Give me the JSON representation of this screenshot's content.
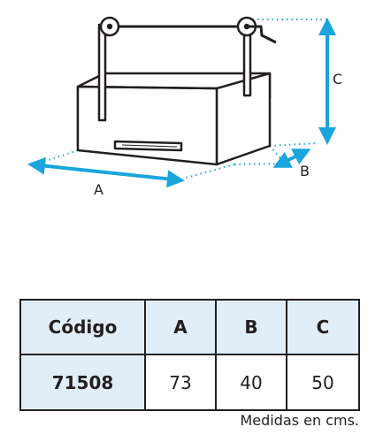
{
  "diagram": {
    "dimension_labels": {
      "a": "A",
      "b": "B",
      "c": "C"
    },
    "colors": {
      "line": "#231f20",
      "arrow": "#1aa5dc",
      "fill": "#ffffff"
    }
  },
  "table": {
    "headers": [
      "Código",
      "A",
      "B",
      "C"
    ],
    "row": [
      "71508",
      "73",
      "40",
      "50"
    ],
    "colors": {
      "shade": "#e1eef7",
      "border": "#231f20"
    }
  },
  "note": "Medidas en cms."
}
